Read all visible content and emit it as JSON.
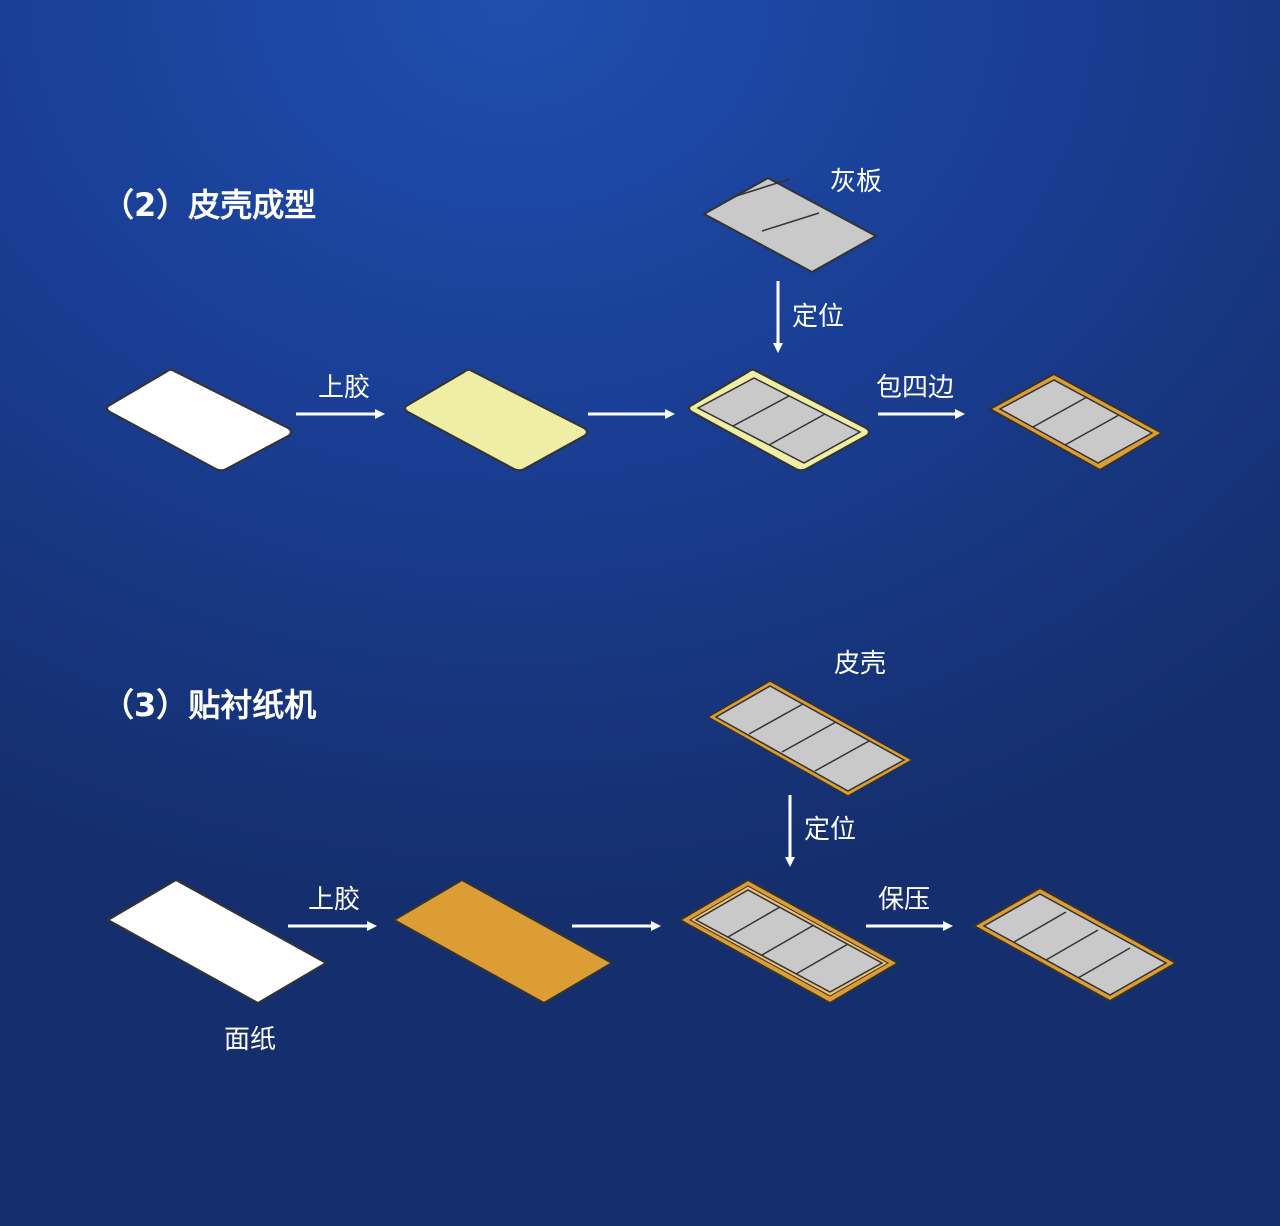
{
  "colors": {
    "white_sheet": "#ffffff",
    "glue_yellow": "#f0eea4",
    "glue_orange": "#dd9d35",
    "board_gray": "#c9c9c9",
    "outline_dark": "#333333",
    "arrow": "#ffffff"
  },
  "section2": {
    "title": "（2）皮壳成型",
    "top_label": "灰板",
    "down_label": "定位",
    "step1_label": "上胶",
    "step3_label": "包四边"
  },
  "section3": {
    "title": "（3）贴衬纸机",
    "top_label": "皮壳",
    "down_label": "定位",
    "step1_label": "上胶",
    "step3_label": "保压",
    "bottom_label": "面纸"
  }
}
